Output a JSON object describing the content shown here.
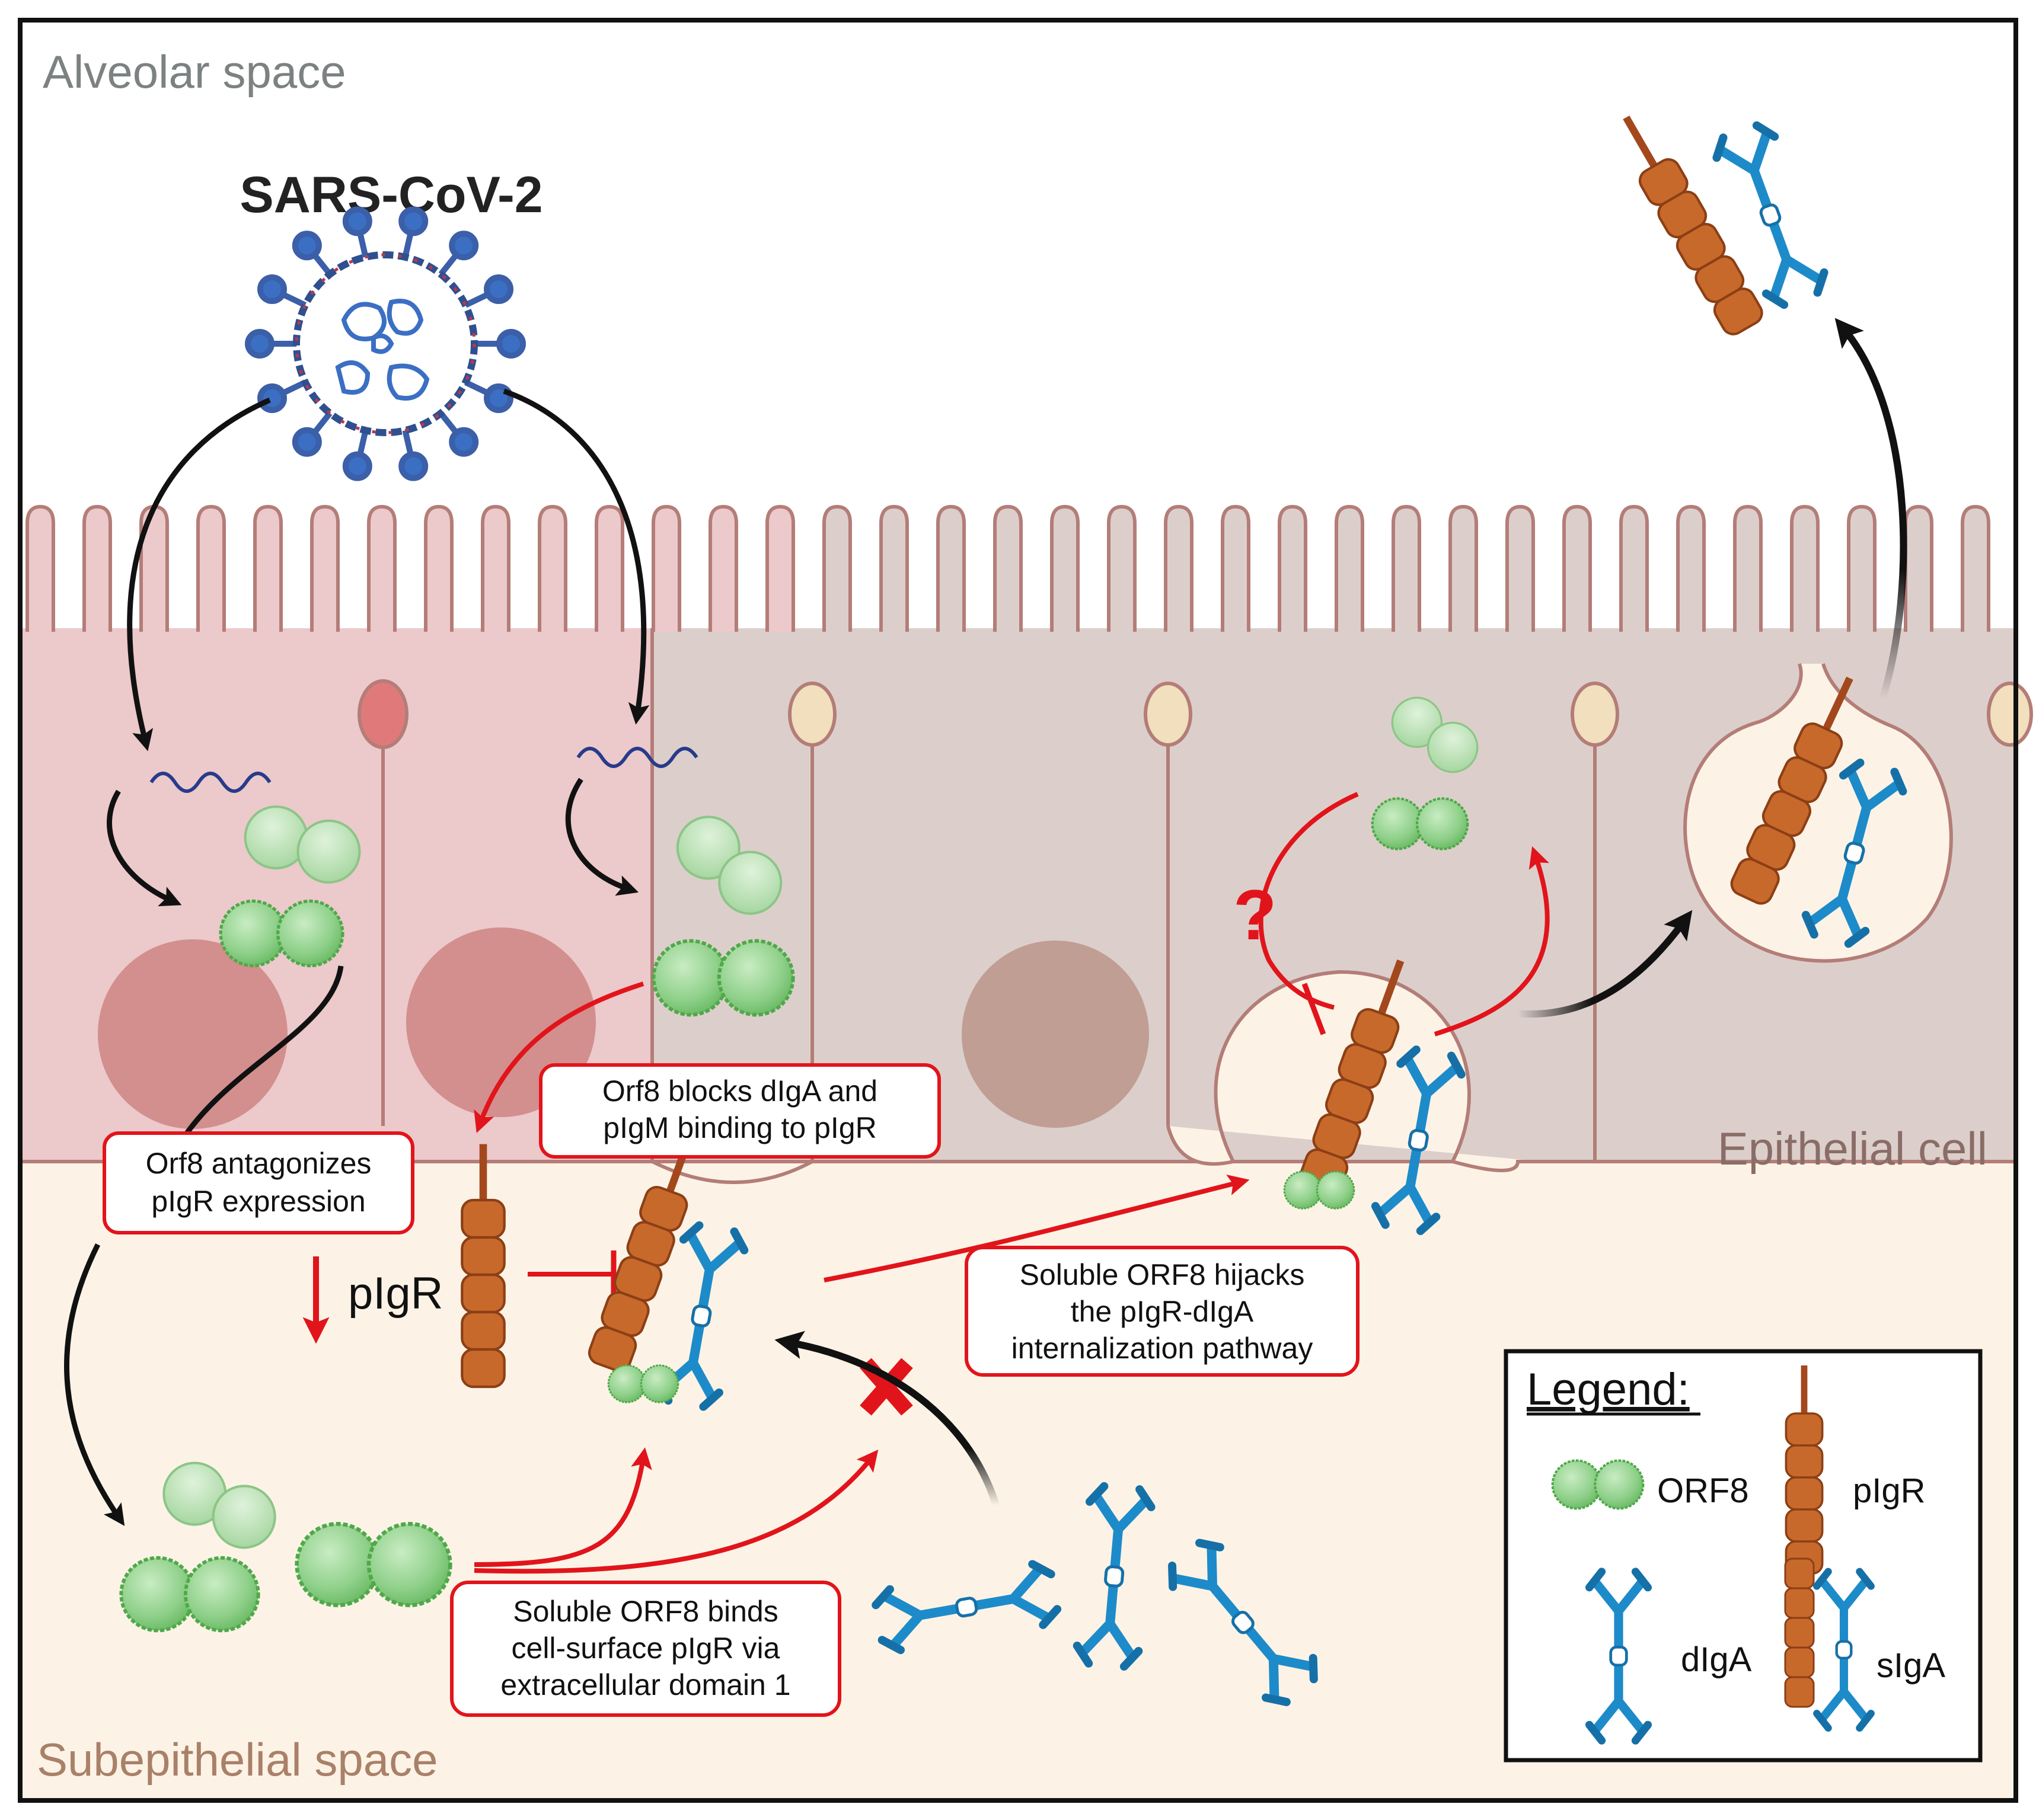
{
  "regions": {
    "top": "Alveolar space",
    "bottom": "Subepithelial space",
    "cell": "Epithelial cell"
  },
  "virus": {
    "label": "SARS-CoV-2",
    "icon": "coronavirus-icon"
  },
  "callouts": [
    {
      "lines": [
        "Orf8 antagonizes",
        "pIgR expression"
      ]
    },
    {
      "lines": [
        "Orf8 blocks dIgA and",
        "pIgM binding to pIgR"
      ]
    },
    {
      "lines": [
        "Soluble ORF8 hijacks",
        "the pIgR-dIgA",
        "internalization pathway"
      ]
    },
    {
      "lines": [
        "Soluble ORF8 binds",
        "cell-surface pIgR via",
        "extracellular domain 1"
      ]
    }
  ],
  "labels": {
    "pigr_down": "pIgR",
    "question": "?"
  },
  "legend": {
    "title": "Legend:",
    "items": [
      {
        "label": "ORF8",
        "icon": "orf8-dimer-icon"
      },
      {
        "label": "pIgR",
        "icon": "pigr-icon"
      },
      {
        "label": "dIgA",
        "icon": "diga-icon"
      },
      {
        "label": "sIgA",
        "icon": "siga-icon"
      }
    ]
  },
  "colors": {
    "infected_cell": "#ecc9cb",
    "healthy_cell": "#dccfcb",
    "membrane": "#b47d78",
    "subepithelial": "#fcf3e6",
    "inhibition_red": "#e2141b",
    "orf8_green": "#8fcf8b",
    "pigr_orange": "#c8692c",
    "antibody_blue": "#1d8bc9"
  }
}
